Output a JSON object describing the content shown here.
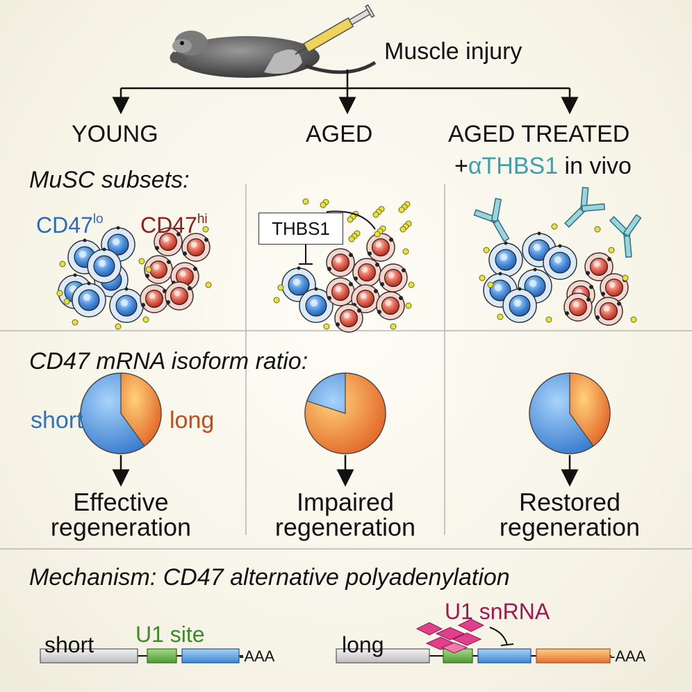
{
  "header": {
    "event": "Muscle injury"
  },
  "columns": [
    {
      "title": "YOUNG"
    },
    {
      "title": "AGED"
    },
    {
      "title": "AGED TREATED",
      "treatment_prefix": "+",
      "treatment_agent": "αTHBS1",
      "treatment_suffix": " in vivo"
    }
  ],
  "subsets": {
    "heading": "MuSC subsets:",
    "cd47lo_base": "CD47",
    "cd47lo_sup": "lo",
    "cd47hi_base": "CD47",
    "cd47hi_sup": "hi",
    "thbs1_label": "THBS1"
  },
  "isoform": {
    "heading": "CD47 mRNA isoform ratio:",
    "short_label": "short",
    "long_label": "long"
  },
  "chart_data": {
    "type": "pie",
    "charts": [
      {
        "column": "YOUNG",
        "short_fraction": 0.6,
        "long_fraction": 0.4
      },
      {
        "column": "AGED",
        "short_fraction": 0.2,
        "long_fraction": 0.8
      },
      {
        "column": "AGED TREATED",
        "short_fraction": 0.6,
        "long_fraction": 0.4
      }
    ],
    "colors": {
      "short": "#3f86d6",
      "long": "#ea7f2c"
    }
  },
  "outcomes": [
    {
      "line1": "Effective",
      "line2": "regeneration"
    },
    {
      "line1": "Impaired",
      "line2": "regeneration"
    },
    {
      "line1": "Restored",
      "line2": "regeneration"
    }
  ],
  "mechanism": {
    "heading": "Mechanism: CD47 alternative polyadenylation",
    "short_gene": "short",
    "u1_site": "U1 site",
    "polyA": "-AAA",
    "long_gene": "long",
    "u1_snrna": "U1 snRNA"
  },
  "colors": {
    "blue_cell": "#4a8fdc",
    "red_cell": "#e0604c",
    "yellow_dot": "#e8e23a",
    "antibody": "#7fc6d2",
    "green_box": "#6fb34a"
  }
}
